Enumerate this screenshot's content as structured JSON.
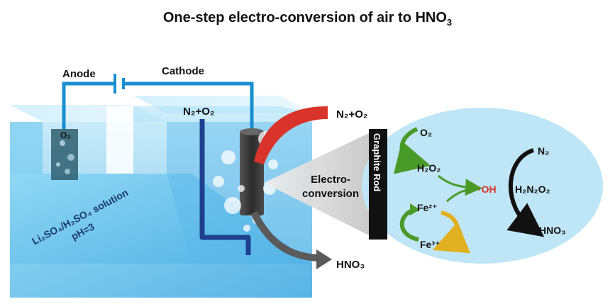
{
  "title": {
    "main": "One-step electro-conversion of air to HNO",
    "sub": "3"
  },
  "power": {
    "anode": "Anode",
    "cathode": "Cathode"
  },
  "electrolyte": {
    "line1": "Li₂SO₄/H₂SO₄ solution",
    "line2": "pH=3"
  },
  "anode_gas": "O₂",
  "cathode_inlet": "N₂+O₂",
  "arrows": {
    "input": "N₂+O₂",
    "output": "HNO₃"
  },
  "process_label": {
    "line1": "Electro-",
    "line2": "conversion"
  },
  "electrode": "Graphite Rod",
  "mechanism": {
    "o2": "O₂",
    "h2o2": "H₂O₂",
    "fe2": "Fe²⁺",
    "fe3": "Fe³⁺",
    "oh": "·OH",
    "n2": "N₂",
    "h2n2o2": "H₂N₂O₂",
    "hno3": "HNO₃"
  },
  "colors": {
    "water": "#7fd0f2",
    "water_dark": "#3aa8e0",
    "wire": "#1a8fd0",
    "tube": "#1f3f8f",
    "rod": "#3a3a3a",
    "arrow_red": "#d9342b",
    "arrow_gray": "#5a5a5a",
    "ellipse": "#bfe6f7",
    "green": "#4a9a2a",
    "yellow": "#e0b020",
    "radical": "#d9342b"
  }
}
